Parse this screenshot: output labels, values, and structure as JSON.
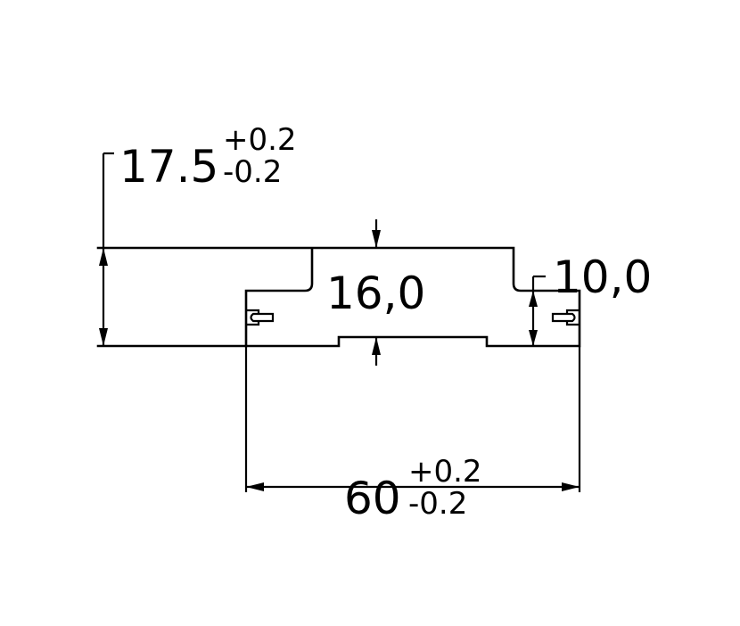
{
  "dimensions": {
    "height_total": {
      "value": "17.5",
      "tol_plus": "+0.2",
      "tol_minus": "-0.2"
    },
    "center_thickness": {
      "value": "16,0"
    },
    "flange_height": {
      "value": "10,0"
    },
    "width": {
      "value": "60",
      "tol_plus": "+0.2",
      "tol_minus": "-0.2"
    }
  },
  "colors": {
    "line": "#000000",
    "background": "#ffffff"
  }
}
